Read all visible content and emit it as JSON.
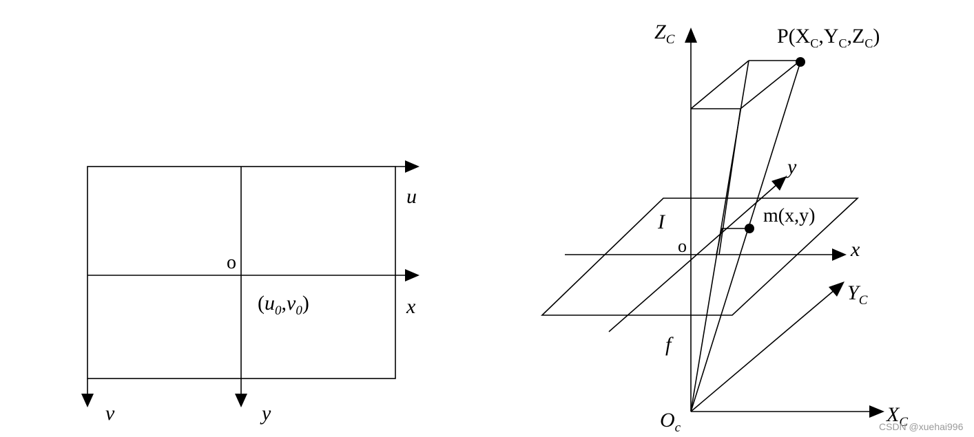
{
  "left_diagram": {
    "axis_u": "u",
    "axis_v": "v",
    "axis_x": "x",
    "axis_y": "y",
    "origin": "o",
    "principal_point": {
      "u": "u",
      "u_sub": "0",
      "sep": ",",
      "v": "v",
      "v_sub": "0"
    }
  },
  "right_diagram": {
    "zc": {
      "main": "Z",
      "sub": "C"
    },
    "xc": {
      "main": "X",
      "sub": "C"
    },
    "yc": {
      "main": "Y",
      "sub": "C"
    },
    "oc": {
      "main": "O",
      "sub": "c"
    },
    "axis_x": "x",
    "axis_y": "y",
    "origin": "o",
    "image_plane": "I",
    "focal": "f",
    "image_point": "m(x,y)",
    "world_point": {
      "p_open": "P(X",
      "s1": "C",
      "c1": ",Y",
      "s2": "C",
      "c2": ",Z",
      "s3": "C",
      "close": ")"
    }
  },
  "watermark": "CSDN @xuehai996",
  "colors": {
    "ink": "#000000",
    "watermark": "#9a9a9a"
  }
}
